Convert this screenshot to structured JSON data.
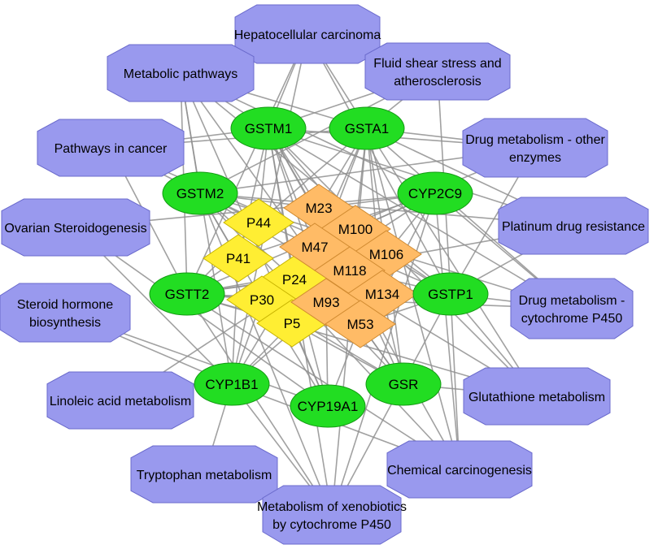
{
  "colors": {
    "pathway_fill": "#9999ee",
    "pathway_stroke": "#6a6acc",
    "gene_fill": "#22dd22",
    "gene_stroke": "#139a13",
    "compound_fill": "#ffee33",
    "compound_stroke": "#c8b400",
    "metabolite_fill": "#ffbb66",
    "metabolite_stroke": "#d08a30",
    "edge": "#909090"
  },
  "pathways": [
    {
      "id": "hcc",
      "lines": [
        "Hepatocellular carcinoma"
      ]
    },
    {
      "id": "metab",
      "lines": [
        "Metabolic pathways"
      ]
    },
    {
      "id": "fluid",
      "lines": [
        "Fluid shear stress and",
        "atherosclerosis"
      ]
    },
    {
      "id": "cancer",
      "lines": [
        "Pathways in cancer"
      ]
    },
    {
      "id": "dmoe",
      "lines": [
        "Drug metabolism - other",
        "enzymes"
      ]
    },
    {
      "id": "ovarian",
      "lines": [
        "Ovarian Steroidogenesis"
      ]
    },
    {
      "id": "platinum",
      "lines": [
        "Platinum drug resistance"
      ]
    },
    {
      "id": "steroid",
      "lines": [
        "Steroid hormone",
        "biosynthesis"
      ]
    },
    {
      "id": "dmcyp",
      "lines": [
        "Drug metabolism -",
        "cytochrome P450"
      ]
    },
    {
      "id": "linoleic",
      "lines": [
        "Linoleic acid metabolism"
      ]
    },
    {
      "id": "glut",
      "lines": [
        "Glutathione metabolism"
      ]
    },
    {
      "id": "chem",
      "lines": [
        "Chemical carcinogenesis"
      ]
    },
    {
      "id": "trp",
      "lines": [
        "Tryptophan metabolism"
      ]
    },
    {
      "id": "xeno",
      "lines": [
        "Metabolism of xenobiotics",
        "by cytochrome P450"
      ]
    }
  ],
  "genes": [
    {
      "id": "GSTM1",
      "label": "GSTM1"
    },
    {
      "id": "GSTA1",
      "label": "GSTA1"
    },
    {
      "id": "GSTM2",
      "label": "GSTM2"
    },
    {
      "id": "CYP2C9",
      "label": "CYP2C9"
    },
    {
      "id": "GSTT2",
      "label": "GSTT2"
    },
    {
      "id": "GSTP1",
      "label": "GSTP1"
    },
    {
      "id": "CYP1B1",
      "label": "CYP1B1"
    },
    {
      "id": "GSR",
      "label": "GSR"
    },
    {
      "id": "CYP19A1",
      "label": "CYP19A1"
    }
  ],
  "compounds": [
    {
      "id": "P44",
      "label": "P44",
      "group": "yellow"
    },
    {
      "id": "P41",
      "label": "P41",
      "group": "yellow"
    },
    {
      "id": "P24",
      "label": "P24",
      "group": "yellow"
    },
    {
      "id": "P30",
      "label": "P30",
      "group": "yellow"
    },
    {
      "id": "P5",
      "label": "P5",
      "group": "yellow"
    },
    {
      "id": "M23",
      "label": "M23",
      "group": "orange"
    },
    {
      "id": "M100",
      "label": "M100",
      "group": "orange"
    },
    {
      "id": "M47",
      "label": "M47",
      "group": "orange"
    },
    {
      "id": "M106",
      "label": "M106",
      "group": "orange"
    },
    {
      "id": "M118",
      "label": "M118",
      "group": "orange"
    },
    {
      "id": "M134",
      "label": "M134",
      "group": "orange"
    },
    {
      "id": "M93",
      "label": "M93",
      "group": "orange"
    },
    {
      "id": "M53",
      "label": "M53",
      "group": "orange"
    }
  ],
  "edges": [
    [
      "hcc",
      "GSTM1"
    ],
    [
      "hcc",
      "GSTA1"
    ],
    [
      "hcc",
      "GSTP1"
    ],
    [
      "hcc",
      "GSTT2"
    ],
    [
      "hcc",
      "CYP1B1"
    ],
    [
      "metab",
      "GSTM1"
    ],
    [
      "metab",
      "GSTA1"
    ],
    [
      "metab",
      "GSTM2"
    ],
    [
      "metab",
      "GSTT2"
    ],
    [
      "metab",
      "CYP2C9"
    ],
    [
      "metab",
      "GSTP1"
    ],
    [
      "metab",
      "CYP1B1"
    ],
    [
      "metab",
      "GSR"
    ],
    [
      "metab",
      "CYP19A1"
    ],
    [
      "fluid",
      "GSTM1"
    ],
    [
      "fluid",
      "GSTA1"
    ],
    [
      "fluid",
      "GSTM2"
    ],
    [
      "fluid",
      "GSTP1"
    ],
    [
      "cancer",
      "GSTM1"
    ],
    [
      "cancer",
      "GSTA1"
    ],
    [
      "cancer",
      "GSTM2"
    ],
    [
      "cancer",
      "GSTP1"
    ],
    [
      "cancer",
      "GSTT2"
    ],
    [
      "dmoe",
      "GSTM1"
    ],
    [
      "dmoe",
      "GSTA1"
    ],
    [
      "dmoe",
      "GSTM2"
    ],
    [
      "dmoe",
      "GSTP1"
    ],
    [
      "dmoe",
      "GSTT2"
    ],
    [
      "ovarian",
      "CYP1B1"
    ],
    [
      "ovarian",
      "CYP19A1"
    ],
    [
      "ovarian",
      "CYP2C9"
    ],
    [
      "platinum",
      "GSTM1"
    ],
    [
      "platinum",
      "GSTA1"
    ],
    [
      "platinum",
      "GSTM2"
    ],
    [
      "platinum",
      "GSTP1"
    ],
    [
      "platinum",
      "GSTT2"
    ],
    [
      "steroid",
      "CYP1B1"
    ],
    [
      "steroid",
      "CYP19A1"
    ],
    [
      "dmcyp",
      "GSTM1"
    ],
    [
      "dmcyp",
      "GSTA1"
    ],
    [
      "dmcyp",
      "GSTM2"
    ],
    [
      "dmcyp",
      "GSTP1"
    ],
    [
      "dmcyp",
      "GSTT2"
    ],
    [
      "dmcyp",
      "CYP2C9"
    ],
    [
      "linoleic",
      "CYP2C9"
    ],
    [
      "glut",
      "GSTM1"
    ],
    [
      "glut",
      "GSTA1"
    ],
    [
      "glut",
      "GSTM2"
    ],
    [
      "glut",
      "GSTP1"
    ],
    [
      "glut",
      "GSTT2"
    ],
    [
      "glut",
      "GSR"
    ],
    [
      "chem",
      "GSTM1"
    ],
    [
      "chem",
      "GSTA1"
    ],
    [
      "chem",
      "GSTM2"
    ],
    [
      "chem",
      "GSTP1"
    ],
    [
      "chem",
      "GSTT2"
    ],
    [
      "chem",
      "CYP1B1"
    ],
    [
      "chem",
      "CYP2C9"
    ],
    [
      "trp",
      "CYP1B1"
    ],
    [
      "xeno",
      "GSTM1"
    ],
    [
      "xeno",
      "GSTA1"
    ],
    [
      "xeno",
      "GSTM2"
    ],
    [
      "xeno",
      "GSTP1"
    ],
    [
      "xeno",
      "GSTT2"
    ],
    [
      "xeno",
      "CYP1B1"
    ],
    [
      "xeno",
      "CYP2C9"
    ],
    [
      "GSTM1",
      "P44"
    ],
    [
      "GSTM1",
      "P41"
    ],
    [
      "GSTM1",
      "M23"
    ],
    [
      "GSTM1",
      "M100"
    ],
    [
      "GSTM1",
      "M47"
    ],
    [
      "GSTM1",
      "M118"
    ],
    [
      "GSTM1",
      "P24"
    ],
    [
      "GSTM1",
      "M93"
    ],
    [
      "GSTA1",
      "M23"
    ],
    [
      "GSTA1",
      "M100"
    ],
    [
      "GSTA1",
      "M106"
    ],
    [
      "GSTA1",
      "M47"
    ],
    [
      "GSTA1",
      "P44"
    ],
    [
      "GSTA1",
      "M134"
    ],
    [
      "GSTA1",
      "P5"
    ],
    [
      "GSTM2",
      "P44"
    ],
    [
      "GSTM2",
      "P41"
    ],
    [
      "GSTM2",
      "P24"
    ],
    [
      "GSTM2",
      "M47"
    ],
    [
      "GSTM2",
      "M23"
    ],
    [
      "GSTM2",
      "P30"
    ],
    [
      "CYP2C9",
      "M100"
    ],
    [
      "CYP2C9",
      "M106"
    ],
    [
      "CYP2C9",
      "M23"
    ],
    [
      "CYP2C9",
      "M134"
    ],
    [
      "CYP2C9",
      "P41"
    ],
    [
      "CYP2C9",
      "M47"
    ],
    [
      "GSTT2",
      "P41"
    ],
    [
      "GSTT2",
      "P30"
    ],
    [
      "GSTT2",
      "P24"
    ],
    [
      "GSTT2",
      "P5"
    ],
    [
      "GSTT2",
      "M93"
    ],
    [
      "GSTT2",
      "P44"
    ],
    [
      "GSTT2",
      "M118"
    ],
    [
      "GSTP1",
      "M134"
    ],
    [
      "GSTP1",
      "M106"
    ],
    [
      "GSTP1",
      "M53"
    ],
    [
      "GSTP1",
      "M118"
    ],
    [
      "GSTP1",
      "M93"
    ],
    [
      "GSTP1",
      "P24"
    ],
    [
      "GSTP1",
      "M100"
    ],
    [
      "CYP1B1",
      "P5"
    ],
    [
      "CYP1B1",
      "P30"
    ],
    [
      "CYP1B1",
      "M93"
    ],
    [
      "CYP1B1",
      "P24"
    ],
    [
      "CYP1B1",
      "P41"
    ],
    [
      "GSR",
      "M53"
    ],
    [
      "GSR",
      "M93"
    ],
    [
      "GSR",
      "P5"
    ],
    [
      "GSR",
      "M134"
    ],
    [
      "GSR",
      "M118"
    ],
    [
      "GSR",
      "P30"
    ],
    [
      "GSR",
      "M106"
    ],
    [
      "CYP19A1",
      "P5"
    ],
    [
      "CYP19A1",
      "M93"
    ],
    [
      "CYP19A1",
      "P30"
    ],
    [
      "CYP19A1",
      "P24"
    ],
    [
      "CYP19A1",
      "M53"
    ]
  ]
}
